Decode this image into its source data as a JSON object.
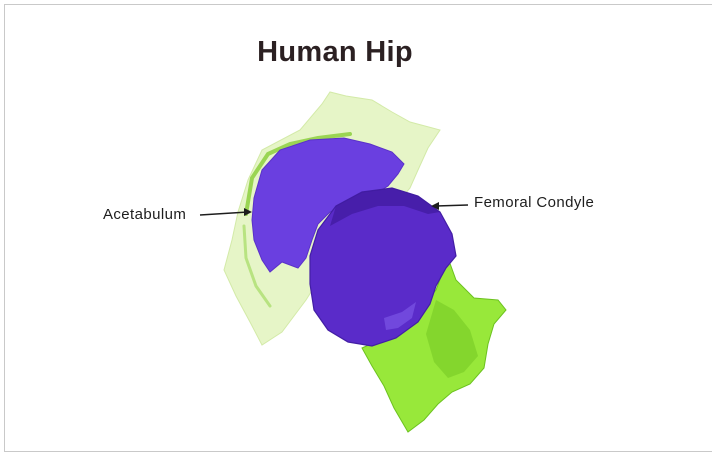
{
  "figure": {
    "title": "Human Hip",
    "labels": {
      "acetabulum": "Acetabulum",
      "femoral_condyle": "Femoral Condyle"
    },
    "colors": {
      "femoral_head": "#5a2bc9",
      "femoral_head_dark": "#3f1a9c",
      "acetabulum_cup": "#6a3fe0",
      "pelvis_tissue": "#e6f5c7",
      "femur_neck": "#98e83a",
      "femur_neck_dark": "#6cc21f",
      "label_text": "#1d1d1d",
      "title_text": "#2b2022"
    }
  }
}
